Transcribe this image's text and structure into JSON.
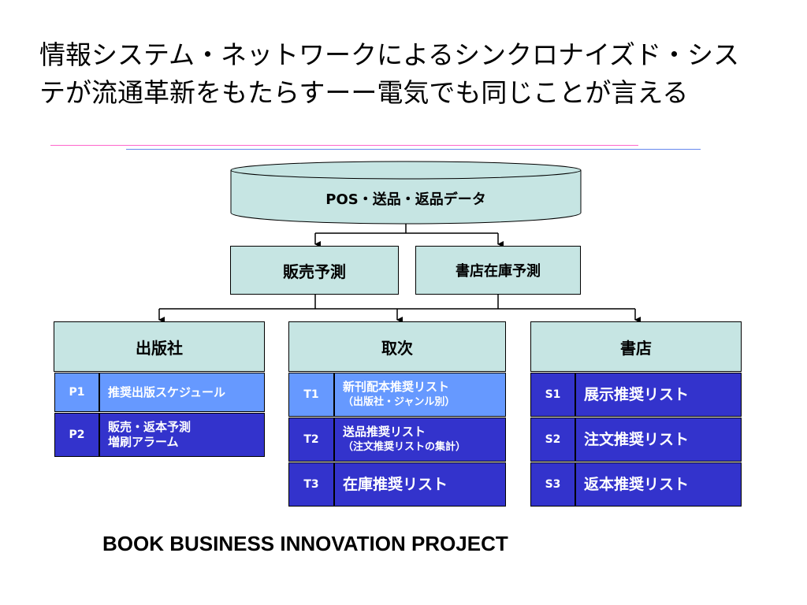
{
  "title": {
    "line1": "情報システム・ネットワークによるシンクロナイズド・シス",
    "line2": "テが流通革新をもたらすーー電気でも同じことが言える"
  },
  "diagram": {
    "source": "POS・送品・返品データ",
    "forecast": [
      "販売予測",
      "書店在庫予測"
    ],
    "publisher": {
      "title": "出版社",
      "items": [
        {
          "code": "P1",
          "line1": "推奨出版スケジュール"
        },
        {
          "code": "P2",
          "line1": "販売・返本予測",
          "line2": "増刷アラーム"
        }
      ]
    },
    "distributor": {
      "title": "取次",
      "items": [
        {
          "code": "T1",
          "line1": "新刊配本推奨リスト",
          "line2": "（出版社・ジャンル別）"
        },
        {
          "code": "T2",
          "line1": "送品推奨リスト",
          "line2": "（注文推奨リストの集計）"
        },
        {
          "code": "T3",
          "line1": "在庫推奨リスト"
        }
      ]
    },
    "bookstore": {
      "title": "書店",
      "items": [
        {
          "code": "S1",
          "line1": "展示推奨リスト"
        },
        {
          "code": "S2",
          "line1": "注文推奨リスト"
        },
        {
          "code": "S3",
          "line1": "返本推奨リスト"
        }
      ]
    }
  },
  "footer": "BOOK BUSINESS INNOVATION PROJECT",
  "colors": {
    "teal": "#c6e5e3",
    "light_blue": "#6699ff",
    "dark_blue": "#3333cc",
    "rule_pink": "#ff66cc",
    "rule_blue": "#6688ee"
  }
}
